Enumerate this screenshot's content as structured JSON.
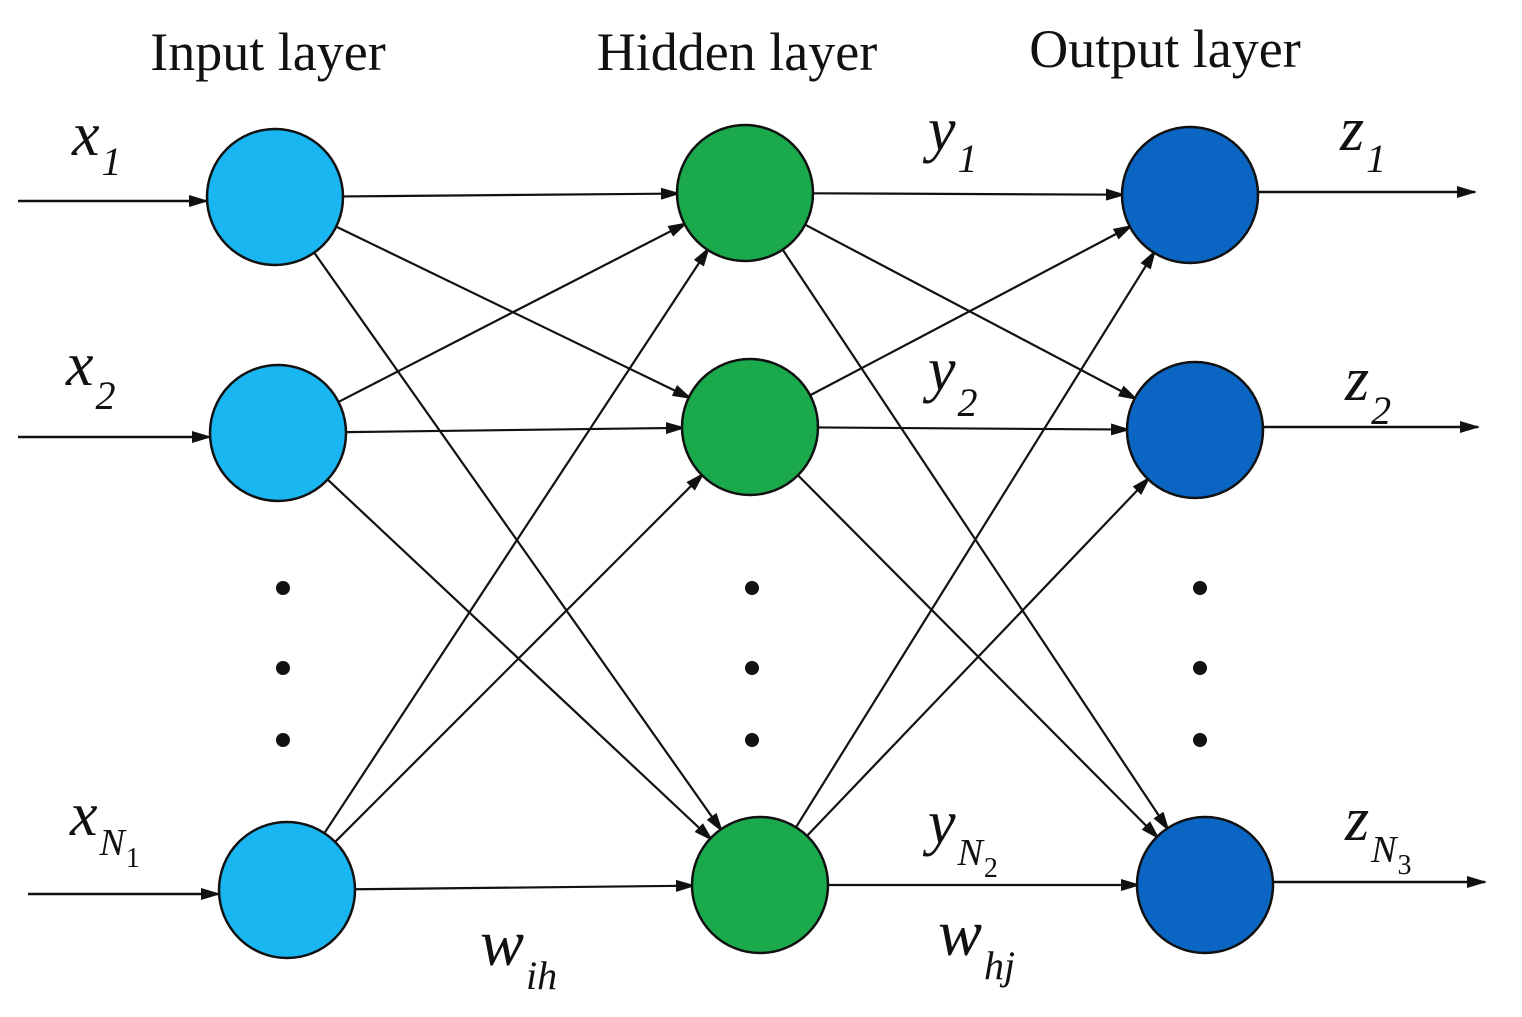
{
  "diagram": {
    "layers": [
      {
        "id": "input",
        "title": "Input layer",
        "color": "#1ab6f2"
      },
      {
        "id": "hidden",
        "title": "Hidden layer",
        "color": "#1aaa4c"
      },
      {
        "id": "output",
        "title": "Output layer",
        "color": "#0b66c3"
      }
    ],
    "inputs": [
      {
        "var": "x",
        "sub": "1",
        "subsub": ""
      },
      {
        "var": "x",
        "sub": "2",
        "subsub": ""
      },
      {
        "var": "x",
        "sub": "N",
        "subsub": "1"
      }
    ],
    "hidden_outputs": [
      {
        "var": "y",
        "sub": "1",
        "subsub": ""
      },
      {
        "var": "y",
        "sub": "2",
        "subsub": ""
      },
      {
        "var": "y",
        "sub": "N",
        "subsub": "2"
      }
    ],
    "outputs": [
      {
        "var": "z",
        "sub": "1",
        "subsub": ""
      },
      {
        "var": "z",
        "sub": "2",
        "subsub": ""
      },
      {
        "var": "z",
        "sub": "N",
        "subsub": "3"
      }
    ],
    "weights": [
      {
        "var": "w",
        "sub": "ih"
      },
      {
        "var": "w",
        "sub": "hj"
      }
    ],
    "edges_input_hidden": "all-to-all",
    "edges_hidden_output": "all-to-all"
  }
}
